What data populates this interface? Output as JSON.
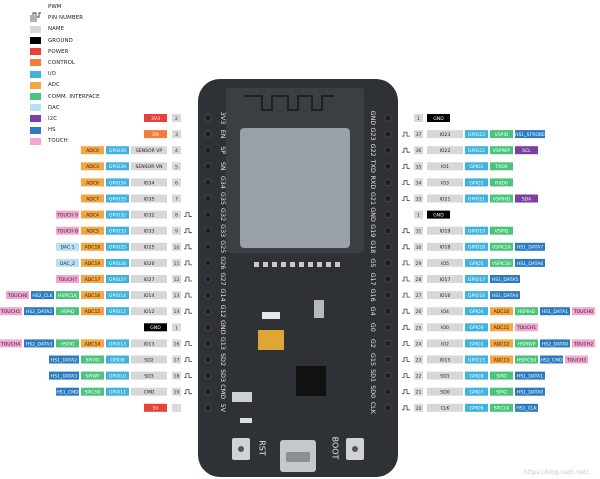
{
  "legend": [
    {
      "label": "PWM",
      "kind": "pwm"
    },
    {
      "label": "PIN NUMBER",
      "kind": "pin"
    },
    {
      "label": "NAME",
      "color": "#d7d7d7"
    },
    {
      "label": "GROUND",
      "color": "#000000"
    },
    {
      "label": "POWER",
      "color": "#e8403a"
    },
    {
      "label": "CONTROL",
      "color": "#f47b3a"
    },
    {
      "label": "I/O",
      "color": "#3fb2e0"
    },
    {
      "label": "ADC",
      "color": "#f5a542"
    },
    {
      "label": "COMM. INTERFACE",
      "color": "#4cc37c"
    },
    {
      "label": "DAC",
      "color": "#b8e0f2"
    },
    {
      "label": "I2C",
      "color": "#7b3fa0"
    },
    {
      "label": "HS",
      "color": "#2a7bbf"
    },
    {
      "label": "TOUCH",
      "color": "#f2a6d0"
    }
  ],
  "board": {
    "left_silk": [
      "3V3",
      "EN",
      "SP",
      "SN",
      "G34",
      "G35",
      "G32",
      "G33",
      "G25",
      "G26",
      "G27",
      "G14",
      "G12",
      "GND",
      "G13",
      "SD2",
      "SD3",
      "CMD",
      "5V"
    ],
    "right_silk": [
      "GND",
      "G23",
      "G22",
      "TXD",
      "RXD",
      "G21",
      "GND",
      "G19",
      "G18",
      "G5",
      "G17",
      "G16",
      "G4",
      "G0",
      "G2",
      "G15",
      "SD1",
      "SD0",
      "CLK"
    ],
    "rst_label": "RST",
    "boot_label": "BOOT"
  },
  "left_pins": [
    {
      "num": "2",
      "pwm": false,
      "tags": [
        {
          "t": "3V3",
          "c": "pow"
        }
      ]
    },
    {
      "num": "3",
      "pwm": false,
      "tags": [
        {
          "t": "EN",
          "c": "ctl"
        }
      ]
    },
    {
      "num": "4",
      "pwm": false,
      "tags": [
        {
          "t": "ADC0",
          "c": "adc"
        },
        {
          "t": "GPIO36",
          "c": "io"
        },
        {
          "t": "SENSOR VP",
          "c": "name"
        }
      ]
    },
    {
      "num": "5",
      "pwm": false,
      "tags": [
        {
          "t": "ADC3",
          "c": "adc"
        },
        {
          "t": "GPIO39",
          "c": "io"
        },
        {
          "t": "SENSOR VN",
          "c": "name"
        }
      ]
    },
    {
      "num": "6",
      "pwm": false,
      "tags": [
        {
          "t": "ADC6",
          "c": "adc"
        },
        {
          "t": "GPIO34",
          "c": "io"
        },
        {
          "t": "IO34",
          "c": "name"
        }
      ]
    },
    {
      "num": "7",
      "pwm": false,
      "tags": [
        {
          "t": "ADC7",
          "c": "adc"
        },
        {
          "t": "GPIO35",
          "c": "io"
        },
        {
          "t": "IO35",
          "c": "name"
        }
      ]
    },
    {
      "num": "8",
      "pwm": true,
      "tags": [
        {
          "t": "TOUCH 9",
          "c": "touch"
        },
        {
          "t": "ADC4",
          "c": "adc"
        },
        {
          "t": "GPIO32",
          "c": "io"
        },
        {
          "t": "IO32",
          "c": "name"
        }
      ]
    },
    {
      "num": "9",
      "pwm": true,
      "tags": [
        {
          "t": "TOUCH 8",
          "c": "touch"
        },
        {
          "t": "ADC5",
          "c": "adc"
        },
        {
          "t": "GPIO33",
          "c": "io"
        },
        {
          "t": "IO33",
          "c": "name"
        }
      ]
    },
    {
      "num": "10",
      "pwm": true,
      "tags": [
        {
          "t": "DAC 1",
          "c": "dac"
        },
        {
          "t": "ADC18",
          "c": "adc"
        },
        {
          "t": "GPIO25",
          "c": "io"
        },
        {
          "t": "IO25",
          "c": "name"
        }
      ]
    },
    {
      "num": "11",
      "pwm": true,
      "tags": [
        {
          "t": "DAC_2",
          "c": "dac"
        },
        {
          "t": "ADC19",
          "c": "adc"
        },
        {
          "t": "GPIO26",
          "c": "io"
        },
        {
          "t": "IO26",
          "c": "name"
        }
      ]
    },
    {
      "num": "12",
      "pwm": true,
      "tags": [
        {
          "t": "TOUCH7",
          "c": "touch"
        },
        {
          "t": "ADC17",
          "c": "adc"
        },
        {
          "t": "GPIO27",
          "c": "io"
        },
        {
          "t": "IO27",
          "c": "name"
        }
      ]
    },
    {
      "num": "13",
      "pwm": true,
      "tags": [
        {
          "t": "TOUCH6",
          "c": "touch"
        },
        {
          "t": "HS2_CLK",
          "c": "hs"
        },
        {
          "t": "HSPICLK",
          "c": "comm"
        },
        {
          "t": "ADC16",
          "c": "adc"
        },
        {
          "t": "GPIO14",
          "c": "io"
        },
        {
          "t": "IO14",
          "c": "name"
        }
      ]
    },
    {
      "num": "14",
      "pwm": true,
      "tags": [
        {
          "t": "TOUCH5",
          "c": "touch"
        },
        {
          "t": "HS2_DATA2",
          "c": "hs"
        },
        {
          "t": "HSPIQ",
          "c": "comm"
        },
        {
          "t": "ADC15",
          "c": "adc"
        },
        {
          "t": "GPIO12",
          "c": "io"
        },
        {
          "t": "IO12",
          "c": "name"
        }
      ]
    },
    {
      "num": "1",
      "pwm": false,
      "tags": [
        {
          "t": "GND",
          "c": "gnd"
        }
      ]
    },
    {
      "num": "16",
      "pwm": true,
      "tags": [
        {
          "t": "TOUCH4",
          "c": "touch"
        },
        {
          "t": "HS2_DATA3",
          "c": "hs"
        },
        {
          "t": "HSPID",
          "c": "comm"
        },
        {
          "t": "ADC14",
          "c": "adc"
        },
        {
          "t": "GPIO13",
          "c": "io"
        },
        {
          "t": "IO13",
          "c": "name"
        }
      ]
    },
    {
      "num": "17",
      "pwm": true,
      "tags": [
        {
          "t": "HS1_DATA2",
          "c": "hs"
        },
        {
          "t": "SPIHD",
          "c": "comm"
        },
        {
          "t": "GPIO9",
          "c": "io"
        },
        {
          "t": "SD2",
          "c": "name"
        }
      ]
    },
    {
      "num": "18",
      "pwm": true,
      "tags": [
        {
          "t": "HS1_DATA3",
          "c": "hs"
        },
        {
          "t": "SPIWP",
          "c": "comm"
        },
        {
          "t": "GPIO10",
          "c": "io"
        },
        {
          "t": "SD3",
          "c": "name"
        }
      ]
    },
    {
      "num": "19",
      "pwm": true,
      "tags": [
        {
          "t": "HS1_CMD",
          "c": "hs"
        },
        {
          "t": "SPICS0",
          "c": "comm"
        },
        {
          "t": "GPIO11",
          "c": "io"
        },
        {
          "t": "CMD",
          "c": "name"
        }
      ]
    },
    {
      "num": "",
      "pwm": false,
      "tags": [
        {
          "t": "5V",
          "c": "pow"
        }
      ]
    }
  ],
  "right_pins": [
    {
      "num": "1",
      "pwm": false,
      "tags": [
        {
          "t": "GND",
          "c": "gnd"
        }
      ]
    },
    {
      "num": "37",
      "pwm": true,
      "tags": [
        {
          "t": "IO23",
          "c": "name"
        },
        {
          "t": "GPIO23",
          "c": "io"
        },
        {
          "t": "VSPID",
          "c": "comm"
        },
        {
          "t": "HS1_STROBE",
          "c": "hs"
        }
      ]
    },
    {
      "num": "36",
      "pwm": true,
      "tags": [
        {
          "t": "IO22",
          "c": "name"
        },
        {
          "t": "GPIO22",
          "c": "io"
        },
        {
          "t": "VSPIWP",
          "c": "comm"
        },
        {
          "t": "SCL",
          "c": "i2c"
        }
      ]
    },
    {
      "num": "35",
      "pwm": true,
      "tags": [
        {
          "t": "IO1",
          "c": "name"
        },
        {
          "t": "GPIO1",
          "c": "io"
        },
        {
          "t": "TXD0",
          "c": "comm"
        }
      ]
    },
    {
      "num": "34",
      "pwm": true,
      "tags": [
        {
          "t": "IO3",
          "c": "name"
        },
        {
          "t": "GPIO3",
          "c": "io"
        },
        {
          "t": "RXD0",
          "c": "comm"
        }
      ]
    },
    {
      "num": "33",
      "pwm": true,
      "tags": [
        {
          "t": "IO21",
          "c": "name"
        },
        {
          "t": "GPIO21",
          "c": "io"
        },
        {
          "t": "VSPIHD",
          "c": "comm"
        },
        {
          "t": "SDA",
          "c": "i2c"
        }
      ]
    },
    {
      "num": "1",
      "pwm": false,
      "tags": [
        {
          "t": "GND",
          "c": "gnd"
        }
      ]
    },
    {
      "num": "31",
      "pwm": true,
      "tags": [
        {
          "t": "IO19",
          "c": "name"
        },
        {
          "t": "GPIO19",
          "c": "io"
        },
        {
          "t": "VSPIQ",
          "c": "comm"
        }
      ]
    },
    {
      "num": "30",
      "pwm": true,
      "tags": [
        {
          "t": "IO18",
          "c": "name"
        },
        {
          "t": "GPIO18",
          "c": "io"
        },
        {
          "t": "VSPICLK",
          "c": "comm"
        },
        {
          "t": "HS1_DATA7",
          "c": "hs"
        }
      ]
    },
    {
      "num": "29",
      "pwm": true,
      "tags": [
        {
          "t": "IO5",
          "c": "name"
        },
        {
          "t": "GPIO5",
          "c": "io"
        },
        {
          "t": "VSPICS0",
          "c": "comm"
        },
        {
          "t": "HS1_DATA6",
          "c": "hs"
        }
      ]
    },
    {
      "num": "28",
      "pwm": true,
      "tags": [
        {
          "t": "IO17",
          "c": "name"
        },
        {
          "t": "GPIO17",
          "c": "io"
        },
        {
          "t": "HS1_DATA5",
          "c": "hs"
        }
      ]
    },
    {
      "num": "27",
      "pwm": true,
      "tags": [
        {
          "t": "IO16",
          "c": "name"
        },
        {
          "t": "GPIO16",
          "c": "io"
        },
        {
          "t": "HS1_DATA4",
          "c": "hs"
        }
      ]
    },
    {
      "num": "26",
      "pwm": true,
      "tags": [
        {
          "t": "IO4",
          "c": "name"
        },
        {
          "t": "GPIO4",
          "c": "io"
        },
        {
          "t": "ADC10",
          "c": "adc"
        },
        {
          "t": "HSPIHD",
          "c": "comm"
        },
        {
          "t": "HS1_DATA1",
          "c": "hs"
        },
        {
          "t": "TOUCH0",
          "c": "touch"
        }
      ]
    },
    {
      "num": "25",
      "pwm": true,
      "tags": [
        {
          "t": "IO0",
          "c": "name"
        },
        {
          "t": "GPIO0",
          "c": "io"
        },
        {
          "t": "ADC11",
          "c": "adc"
        },
        {
          "t": "TOUCH1",
          "c": "touch"
        }
      ]
    },
    {
      "num": "24",
      "pwm": true,
      "tags": [
        {
          "t": "IO2",
          "c": "name"
        },
        {
          "t": "GPIO2",
          "c": "io"
        },
        {
          "t": "ADC12",
          "c": "adc"
        },
        {
          "t": "HSPIWP",
          "c": "comm"
        },
        {
          "t": "HS2_DATA0",
          "c": "hs"
        },
        {
          "t": "TOUCH2",
          "c": "touch"
        }
      ]
    },
    {
      "num": "23",
      "pwm": true,
      "tags": [
        {
          "t": "IO15",
          "c": "name"
        },
        {
          "t": "GPIO15",
          "c": "io"
        },
        {
          "t": "ADC13",
          "c": "adc"
        },
        {
          "t": "HSPICS0",
          "c": "comm"
        },
        {
          "t": "HS2_CMD",
          "c": "hs"
        },
        {
          "t": "TOUCH3",
          "c": "touch"
        }
      ]
    },
    {
      "num": "22",
      "pwm": true,
      "tags": [
        {
          "t": "SD1",
          "c": "name"
        },
        {
          "t": "GPIO8",
          "c": "io"
        },
        {
          "t": "SPID",
          "c": "comm"
        },
        {
          "t": "HS1_DATA1",
          "c": "hs"
        }
      ]
    },
    {
      "num": "21",
      "pwm": true,
      "tags": [
        {
          "t": "SD0",
          "c": "name"
        },
        {
          "t": "GPIO7",
          "c": "io"
        },
        {
          "t": "SPIQ",
          "c": "comm"
        },
        {
          "t": "HS1_DATA0",
          "c": "hs"
        }
      ]
    },
    {
      "num": "20",
      "pwm": true,
      "tags": [
        {
          "t": "CLK",
          "c": "name"
        },
        {
          "t": "GPIO6",
          "c": "io"
        },
        {
          "t": "SPICLK",
          "c": "comm"
        },
        {
          "t": "HS1_CLK",
          "c": "hs"
        }
      ]
    }
  ],
  "colors": {
    "name": "#d7d7d7",
    "gnd": "#000000",
    "pow": "#e8403a",
    "ctl": "#f47b3a",
    "io": "#3fb2e0",
    "adc": "#f5a542",
    "comm": "#4cc37c",
    "dac": "#b8e0f2",
    "i2c": "#7b3fa0",
    "hs": "#2a7bbf",
    "touch": "#f2a6d0",
    "board": "#2e3236",
    "pcb_text": "#e6e6e6"
  },
  "watermark": "https://blog.csdn.net/..."
}
